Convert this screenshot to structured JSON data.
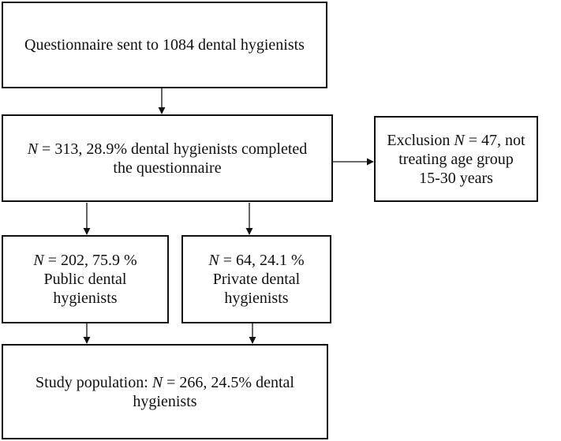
{
  "boxes": {
    "questionnaire": {
      "text": "Questionnaire sent to 1084 dental hygienists"
    },
    "completed": {
      "line1_var": "N",
      "line1_rest": " = 313, 28.9% dental hygienists completed",
      "line2": "the questionnaire"
    },
    "exclusion": {
      "line1_pre": "Exclusion ",
      "line1_var": "N",
      "line1_rest": " = 47, not",
      "line2": "treating age group",
      "line3": "15-30 years"
    },
    "public": {
      "line1_var": "N",
      "line1_rest": " = 202, 75.9 %",
      "line2": "Public dental",
      "line3": "hygienists"
    },
    "private": {
      "line1_var": "N",
      "line1_rest": " = 64, 24.1 %",
      "line2": "Private dental",
      "line3": "hygienists"
    },
    "study": {
      "line1_pre": "Study population: ",
      "line1_var": "N",
      "line1_rest": " = 266, 24.5% dental",
      "line2": "hygienists"
    }
  },
  "colors": {
    "stroke": "#111111",
    "background": "#ffffff"
  }
}
